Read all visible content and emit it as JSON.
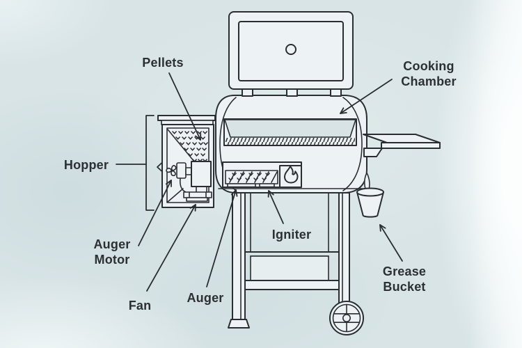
{
  "diagram": {
    "subject": "pellet-grill-parts-diagram"
  },
  "labels": {
    "pellets": "Pellets",
    "cooking_chamber_line1": "Cooking",
    "cooking_chamber_line2": "Chamber",
    "hopper": "Hopper",
    "auger_motor_line1": "Auger",
    "auger_motor_line2": "Motor",
    "fan": "Fan",
    "auger": "Auger",
    "igniter": "Igniter",
    "grease_bucket_line1": "Grease",
    "grease_bucket_line2": "Bucket"
  },
  "icons": {
    "flame": "flame-icon",
    "lid_vent": "circle-vent",
    "fan": "pinwheel-fan"
  },
  "colors": {
    "background": "#d8e4e6",
    "outline": "#2a2d31",
    "fill": "#edf3f4",
    "recess": "#d7e3e5",
    "panel": "#e6eeef",
    "text": "#2c2f33"
  }
}
